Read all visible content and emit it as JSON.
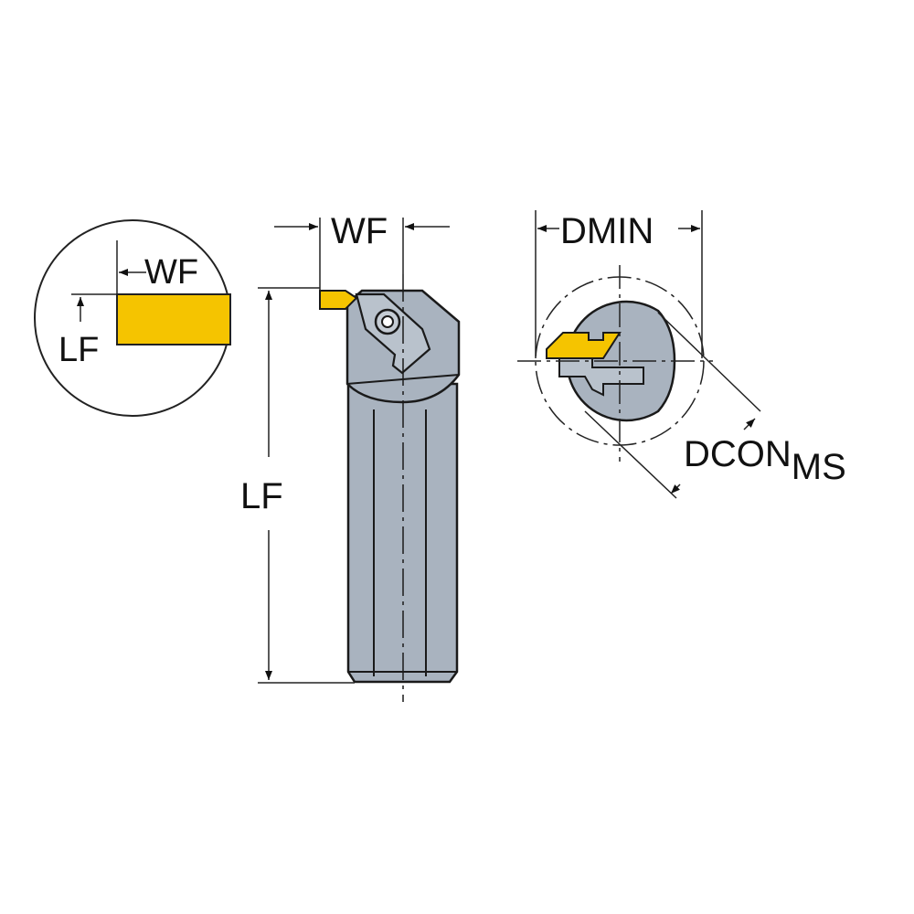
{
  "labels": {
    "detail_wf": "WF",
    "detail_lf": "LF",
    "main_wf": "WF",
    "main_lf": "LF",
    "dmin": "DMIN",
    "dcon": "DCON",
    "dcon_sub": "MS"
  },
  "colors": {
    "insert": "#f5c400",
    "body": "#a9b3bf",
    "body_dark": "#8f99a6",
    "outline": "#1a1a1a",
    "background": "#ffffff"
  }
}
